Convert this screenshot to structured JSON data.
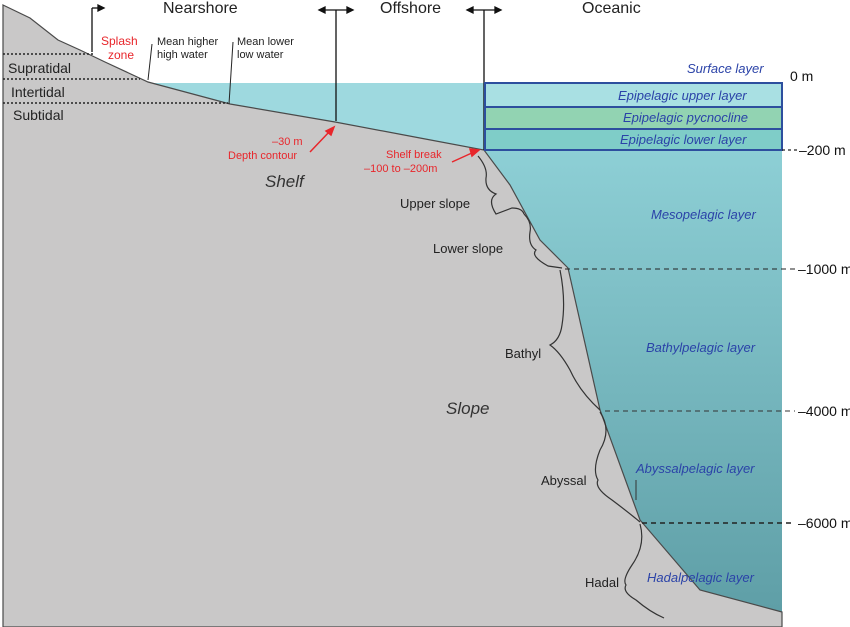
{
  "zones": {
    "nearshore": "Nearshore",
    "offshore": "Offshore",
    "oceanic": "Oceanic"
  },
  "shore_zones": {
    "supratidal": "Supratidal",
    "intertidal": "Intertidal",
    "subtidal": "Subtidal"
  },
  "splash_zone": [
    "Splash",
    "zone"
  ],
  "mean_higher_high_water": [
    "Mean higher",
    "high water"
  ],
  "mean_lower_low_water": [
    "Mean lower",
    "low water"
  ],
  "depth_contour": [
    "–30 m",
    "Depth contour"
  ],
  "shelf_break": [
    "Shelf break",
    "–100 to –200m"
  ],
  "regions": {
    "shelf": "Shelf",
    "slope": "Slope"
  },
  "benthic_zones": {
    "upper_slope": "Upper slope",
    "lower_slope": "Lower slope",
    "bathyl": "Bathyl",
    "abyssal": "Abyssal",
    "hadal": "Hadal"
  },
  "pelagic_layers": {
    "surface": "Surface layer",
    "epi_upper": "Epipelagic upper layer",
    "epi_pycnocline": "Epipelagic pycnocline",
    "epi_lower": "Epipelagic lower layer",
    "mesopelagic": "Mesopelagic layer",
    "bathypelagic": "Bathylpelagic layer",
    "abyssopelagic": "Abyssalpelagic layer",
    "hadopelagic": "Hadalpelagic layer"
  },
  "depths": {
    "d0": "0 m",
    "d200": "–200 m",
    "d1000": "–1000 m",
    "d4000": "–4000 m",
    "d6000": "–6000 m"
  },
  "colors": {
    "land": "#c9c8c8",
    "shallow_water": "#9ed9df",
    "ocean_top": "#94d6dc",
    "ocean_bottom": "#5e9ea6",
    "layer_border": "#2d4f9e",
    "pycnocline_fill": "#92d3b2",
    "epi_upper_fill": "#a9e0e3",
    "epi_lower_fill": "#7fcdc8",
    "red_text": "#e8262b",
    "blue_text": "#2b43a8"
  }
}
